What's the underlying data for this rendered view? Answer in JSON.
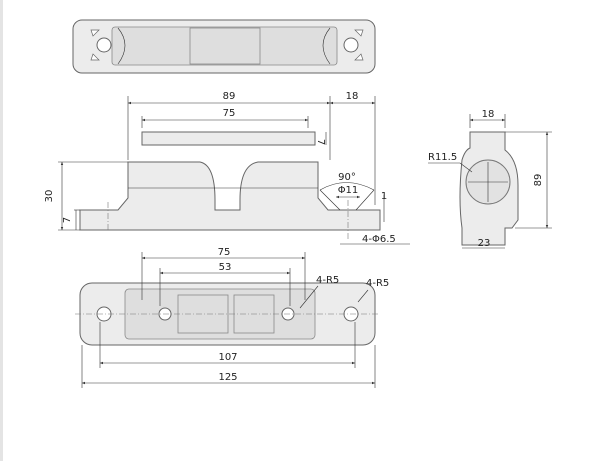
{
  "drawing": {
    "front_view": {
      "overall_length": "89",
      "end_offset": "18",
      "arm_length": "75",
      "arm_thickness": "7",
      "height": "30",
      "flange_thickness": "7",
      "countersink_angle": "90°",
      "countersink_diameter": "Φ11",
      "countersink_depth": "1",
      "hole_spec": "4-Φ6.5"
    },
    "side_view": {
      "top_width": "18",
      "height": "89",
      "base_width": "23",
      "radius": "R11.5"
    },
    "bottom_view": {
      "hole_spacing_inner": "75",
      "slot_length": "53",
      "radius_inner": "4-R5",
      "radius_outer": "4-R5",
      "hole_spacing_outer": "107",
      "overall_length": "125"
    }
  }
}
